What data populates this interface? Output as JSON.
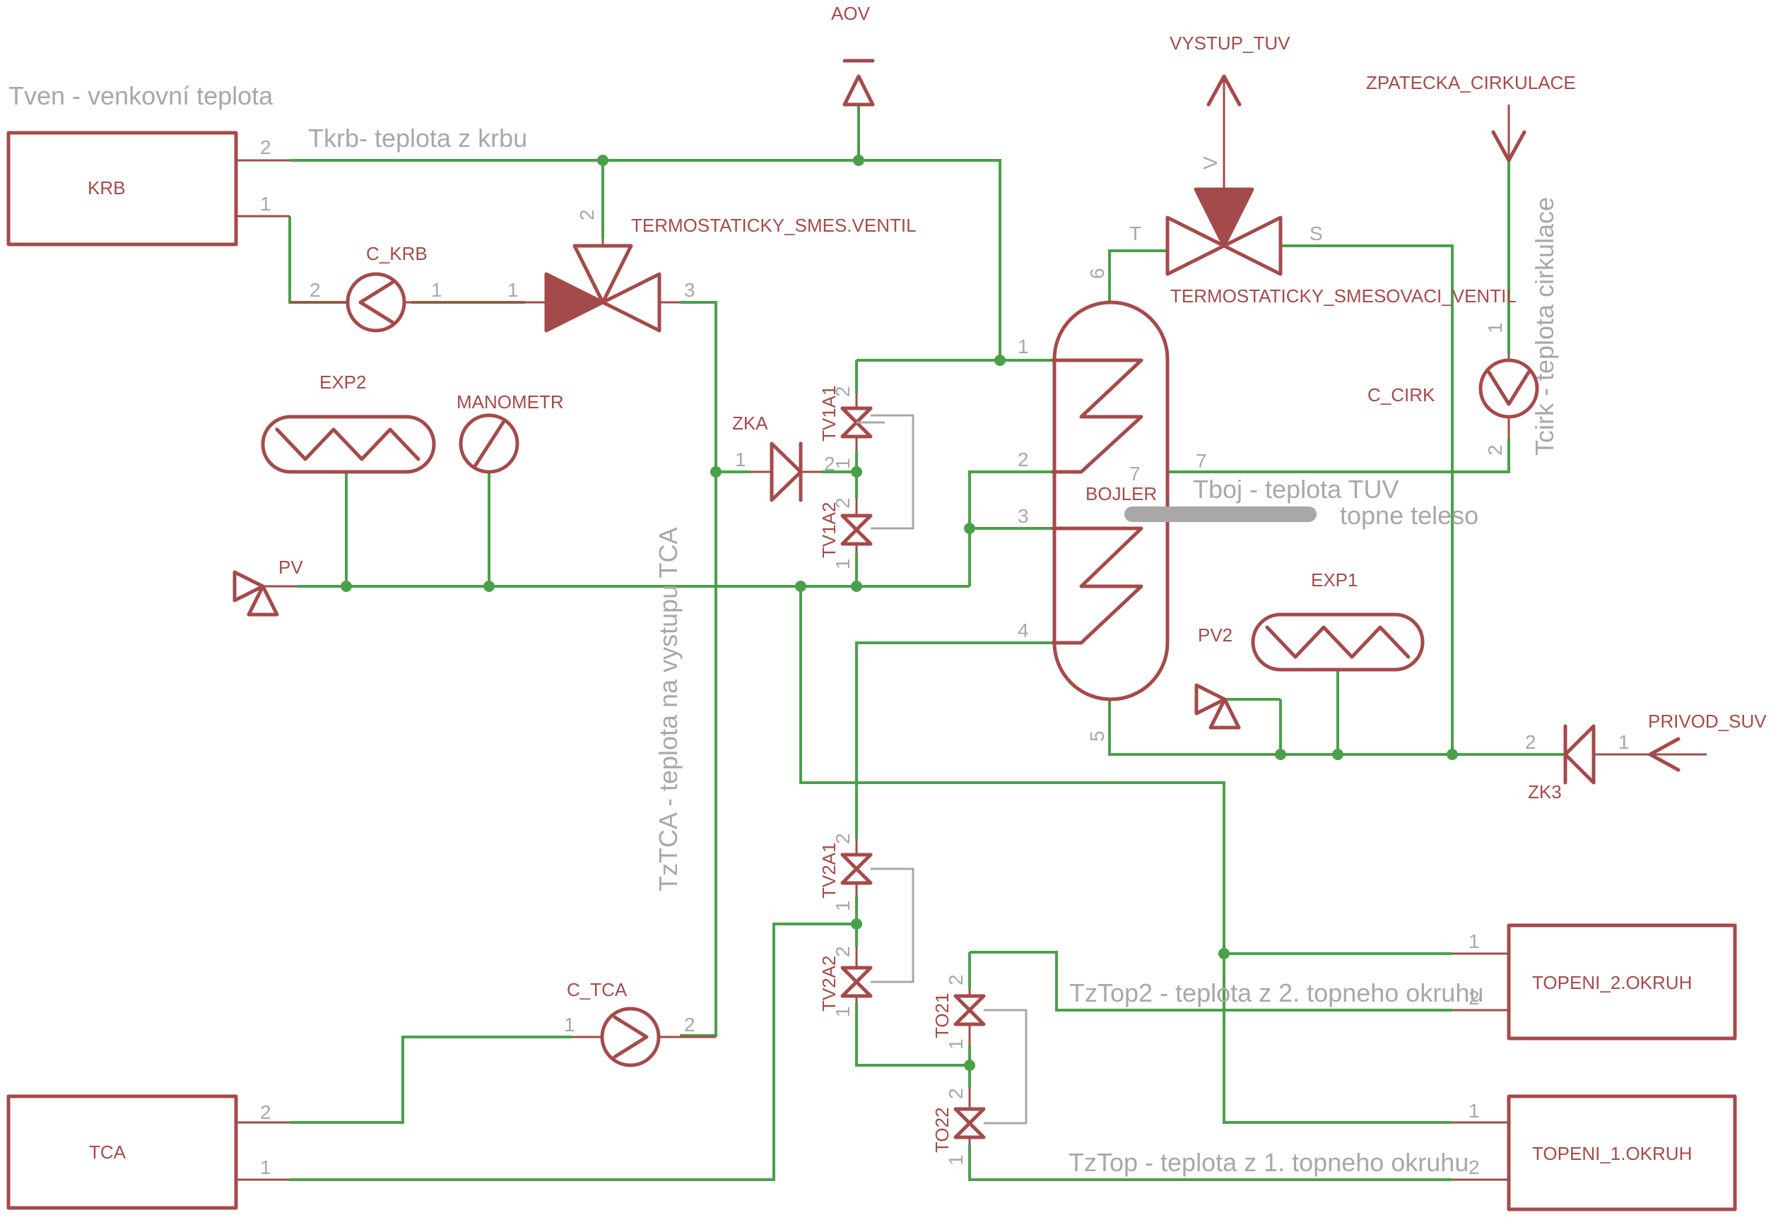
{
  "colors": {
    "symbol": "#a54a4a",
    "net": "#4aa04a",
    "annotation": "#a8a8a8",
    "background": "#ffffff"
  },
  "annotations": {
    "tven": "Tven - venkovní teplota",
    "tkrb": "Tkrb- teplota z krbu",
    "tztca": "TzTCA - teplota na vystupu TCA",
    "tboj": "Tboj - teplota TUV",
    "topne_teleso": "topne teleso",
    "tcirk": "Tcirk - teplota cirkulace",
    "tztop2": "TzTop2 - teplota z 2. topneho okruhu",
    "tztop": "TzTop - teplota z 1. topneho okruhu"
  },
  "components": {
    "krb": "KRB",
    "tca": "TCA",
    "c_krb": "C_KRB",
    "c_tca": "C_TCA",
    "c_cirk": "C_CIRK",
    "aov": "AOV",
    "termostaticky_smes_ventil": "TERMOSTATICKY_SMES.VENTIL",
    "termostaticky_smesovaci_ventil": "TERMOSTATICKY_SMESOVACI_VENTIL",
    "vystup_tuv": "VYSTUP_TUV",
    "zpatecka_cirkulace": "ZPATECKA_CIRKULACE",
    "exp2": "EXP2",
    "exp1": "EXP1",
    "manometr": "MANOMETR",
    "zka": "ZKA",
    "zk3": "ZK3",
    "pv": "PV",
    "pv2": "PV2",
    "bojler": "BOJLER",
    "privod_suv": "PRIVOD_SUV",
    "topeni_2": "TOPENI_2.OKRUH",
    "topeni_1": "TOPENI_1.OKRUH",
    "tv1a1": "TV1A1",
    "tv1a2": "TV1A2",
    "tv2a1": "TV2A1",
    "tv2a2": "TV2A2",
    "to21": "TO21",
    "to22": "TO22"
  },
  "pins": {
    "krb_2": "2",
    "krb_1": "1",
    "c_krb_2": "2",
    "c_krb_1": "1",
    "tsv_1": "1",
    "tsv_2": "2",
    "tsv_3": "3",
    "boj_1": "1",
    "boj_2": "2",
    "boj_3": "3",
    "boj_4": "4",
    "boj_5": "5",
    "boj_6": "6",
    "boj_7a": "7",
    "boj_7b": "7",
    "ttsv_t": "T",
    "ttsv_s": "S",
    "ttsv_v": "V",
    "zka_1": "1",
    "zka_2": "2",
    "tv1a1_2": "2",
    "tv1a1_1": "1",
    "tv1a2_2": "2",
    "tv1a2_1": "1",
    "tv2a1_2": "2",
    "tv2a1_1": "1",
    "tv2a2_2": "2",
    "tv2a2_1": "1",
    "to21_2": "2",
    "to21_1": "1",
    "to22_2": "2",
    "to22_1": "1",
    "c_cirk_1": "1",
    "c_cirk_2": "2",
    "zk3_2": "2",
    "zk3_1": "1",
    "c_tca_1": "1",
    "c_tca_2": "2",
    "tca_2": "2",
    "tca_1": "1",
    "top2_1": "1",
    "top2_2": "2",
    "top1_1": "1",
    "top1_2": "2"
  }
}
